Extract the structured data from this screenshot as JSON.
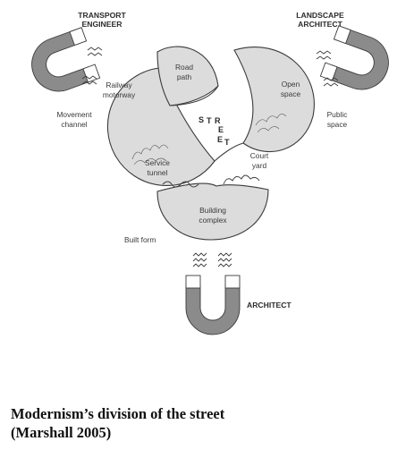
{
  "diagram": {
    "magnets": {
      "transport": {
        "heading_line1": "TRANSPORT",
        "heading_line2": "ENGINEER",
        "icon": "horseshoe-magnet-icon"
      },
      "landscape": {
        "heading_line1": "LANDSCAPE",
        "heading_line2": "ARCHITECT",
        "icon": "horseshoe-magnet-icon"
      },
      "architect": {
        "heading": "ARCHITECT",
        "icon": "horseshoe-magnet-icon"
      }
    },
    "sectors": {
      "railway": {
        "line1": "Railway",
        "line2": "motorway"
      },
      "road": {
        "line1": "Road",
        "line2": "path"
      },
      "open": {
        "line1": "Open",
        "line2": "space"
      },
      "building": {
        "line1": "Building",
        "line2": "complex"
      }
    },
    "side_labels": {
      "movement": {
        "line1": "Movement",
        "line2": "channel"
      },
      "public": {
        "line1": "Public",
        "line2": "space"
      },
      "service": {
        "line1": "Service",
        "line2": "tunnel"
      },
      "court": {
        "line1": "Court",
        "line2": "yard"
      },
      "built_form": "Built form"
    },
    "street_letters": [
      "S",
      "T",
      "R",
      "E",
      "E",
      "T"
    ]
  },
  "caption": {
    "line1": "Modernism’s division of the street",
    "line2": "(Marshall 2005)"
  },
  "colors": {
    "sector_fill": "#dcdcdc",
    "magnet_fill": "#8b8b8b",
    "ink": "#3b3b3b"
  }
}
